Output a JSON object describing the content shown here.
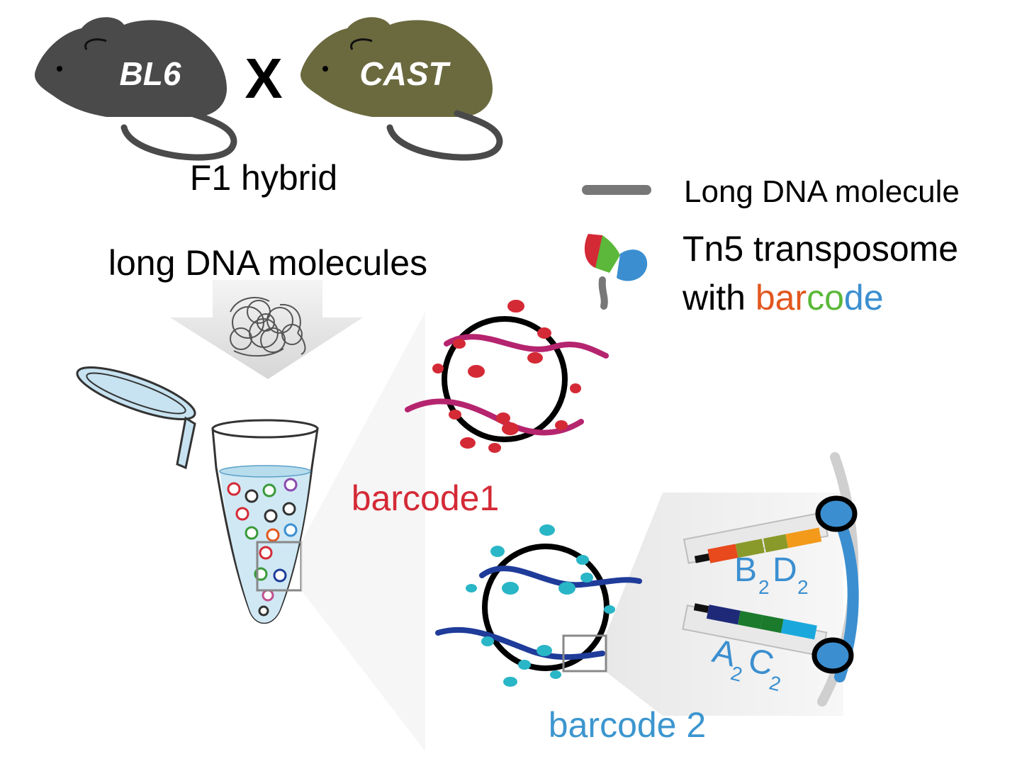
{
  "mice": {
    "left_label": "BL6",
    "right_label": "CAST",
    "cross_symbol": "X",
    "caption": "F1 hybrid",
    "left_color": "#4a4a4a",
    "right_color": "#6b6a3f"
  },
  "input_label": "long DNA molecules",
  "legend": {
    "dna_label": "Long DNA molecule",
    "tn5_line1": "Tn5 transposome",
    "tn5_with": "with ",
    "barcode_word_parts": [
      {
        "text": "bar",
        "color": "#e2571e"
      },
      {
        "text": "co",
        "color": "#5cb83a"
      },
      {
        "text": "de",
        "color": "#3b8fd0"
      }
    ]
  },
  "droplets": {
    "barcode1_label": "barcode1",
    "barcode1_color": "#d42a36",
    "barcode1_strand_color": "#b5246e",
    "barcode2_label": "barcode 2",
    "barcode2_color": "#3c96cf",
    "barcode2_strand_color": "#1f3c9a",
    "tn5_color_2": "#29b6c6"
  },
  "zoom": {
    "upper_code": {
      "main1": "B",
      "sub1": "2",
      "main2": "D",
      "sub2": "2"
    },
    "lower_code": {
      "main1": "A",
      "sub1": "2",
      "main2": "C",
      "sub2": "2"
    },
    "upper_segment_colors": [
      "#e8491d",
      "#8a9a2a",
      "#8a9a2a",
      "#f39a1b"
    ],
    "lower_segment_colors": [
      "#1e2a78",
      "#1b7a2c",
      "#1b7a2c",
      "#1aa8dc"
    ]
  },
  "icons": [
    "mouse-icon",
    "tube-icon",
    "arrow-icon",
    "tn5-icon"
  ]
}
